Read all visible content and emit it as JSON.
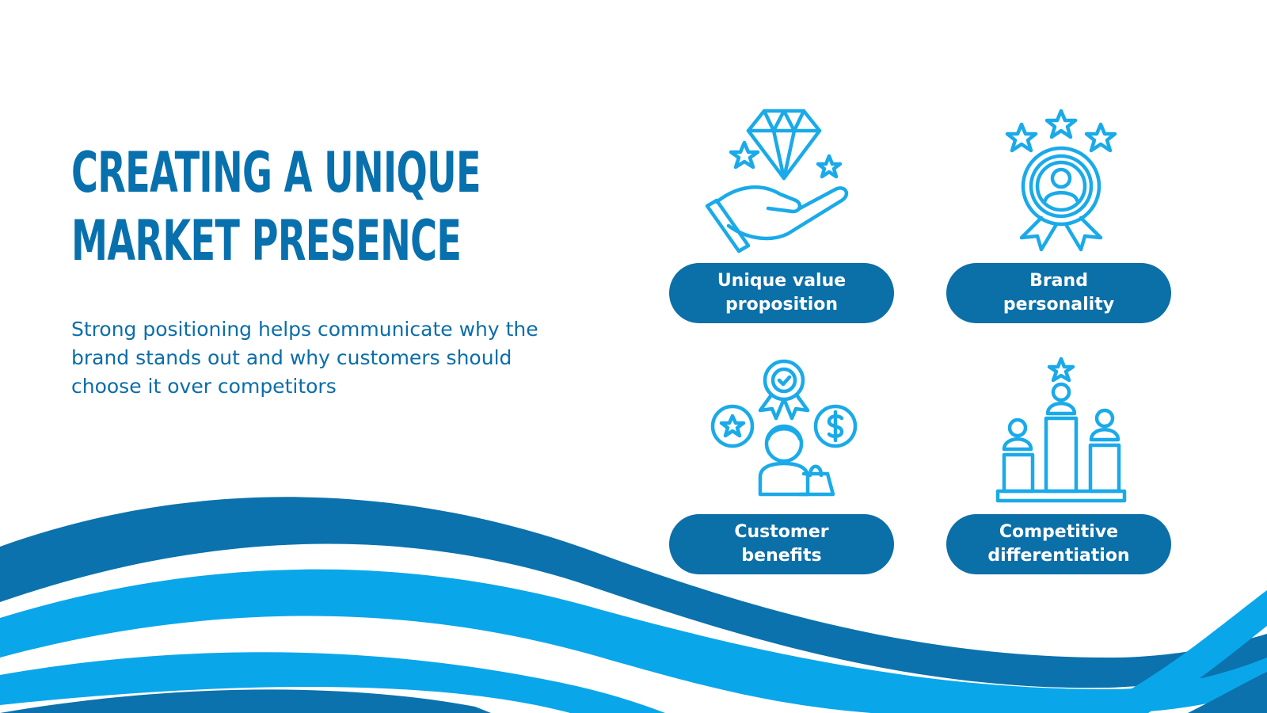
{
  "title": {
    "line1": "CREATING A UNIQUE",
    "line2": "MARKET PRESENCE"
  },
  "subtitle": "Strong positioning helps communicate why the brand stands out and why customers should choose it over competitors",
  "colors": {
    "dark_blue": "#0870ad",
    "light_blue": "#1aaae9",
    "pill_blue": "#0b6fa8"
  },
  "cards": [
    {
      "icon": "diamond-hand-icon",
      "line1": "Unique value",
      "line2": "proposition"
    },
    {
      "icon": "award-badge-icon",
      "line1": "Brand",
      "line2": "personality"
    },
    {
      "icon": "customer-benefits-icon",
      "line1": "Customer",
      "line2": "benefits"
    },
    {
      "icon": "podium-icon",
      "line1": "Competitive",
      "line2": "differentiation"
    }
  ]
}
